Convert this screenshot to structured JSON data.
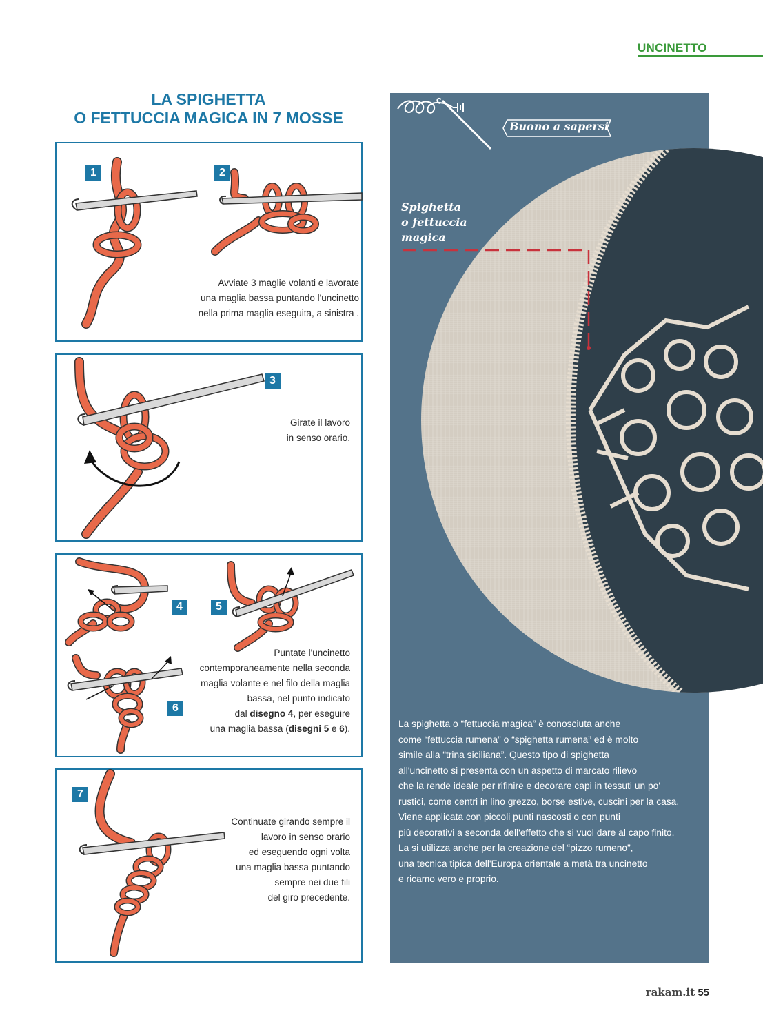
{
  "header": {
    "section": "UNCINETTO",
    "accent": "#3a9a3a"
  },
  "title": {
    "line1": "LA SPIGHETTA",
    "line2": "O FETTUCCIA MAGICA IN 7 MOSSE",
    "color": "#1d78a6"
  },
  "steps": {
    "panel1": {
      "badges": [
        "1",
        "2"
      ],
      "caption": [
        "Avviate 3 maglie volanti e lavorate",
        "una maglia bassa puntando l'uncinetto",
        "nella prima maglia eseguita, a sinistra ."
      ]
    },
    "panel2": {
      "badges": [
        "3"
      ],
      "caption": [
        "Girate il lavoro",
        "in senso orario."
      ]
    },
    "panel3": {
      "badges": [
        "4",
        "5",
        "6"
      ],
      "caption_lines": [
        "Puntate l'uncinetto",
        "contemporaneamente nella seconda",
        "maglia volante e nel filo della maglia",
        "bassa, nel punto indicato"
      ],
      "caption_line5_pre": "dal ",
      "caption_line5_bold": "disegno 4",
      "caption_line5_post": ", per eseguire",
      "caption_line6_pre": "una maglia bassa (",
      "caption_line6_bold1": "disegni 5",
      "caption_line6_mid": " e ",
      "caption_line6_bold2": "6",
      "caption_line6_post": ")."
    },
    "panel4": {
      "badges": [
        "7"
      ],
      "caption": [
        "Continuate girando sempre il",
        "lavoro in senso orario",
        "ed eseguendo ogni volta",
        "una maglia bassa puntando",
        "sempre nei due fili",
        "del giro precedente."
      ]
    }
  },
  "info": {
    "heading": "Buono a sapersi",
    "photo_label": [
      "Spighetta",
      "o fettuccia",
      "magica"
    ],
    "body": [
      "La spighetta o “fettuccia magica” è conosciuta anche",
      " come “fettuccia rumena” o “spighetta rumena” ed è molto",
      "simile alla “trina siciliana”.  Questo tipo di spighetta",
      "all'uncinetto  si presenta con un aspetto di marcato rilievo",
      " che la rende ideale per rifinire e decorare capi  in tessuti un po'",
      "rustici, come centri in lino grezzo, borse estive, cuscini per la casa.",
      "Viene applicata con piccoli punti nascosti o con punti",
      "più  decorativi a seconda dell'effetto che si vuol dare al capo finito.",
      "La si utilizza anche per la creazione del “pizzo rumeno”,",
      "una tecnica tipica dell'Europa orientale a metà tra uncinetto",
      "e ricamo vero e proprio."
    ],
    "panel_color": "#54738a"
  },
  "footer": {
    "site": "rakam.it",
    "page": "55"
  },
  "colors": {
    "yarn": "#e8694a",
    "yarn_outline": "#333333",
    "hook": "#d9d9d9",
    "linen": "#d8d2c8",
    "dark_fabric": "#2f3f4a",
    "lace": "#e6ddd0",
    "dashed_marker": "#c8323c"
  }
}
